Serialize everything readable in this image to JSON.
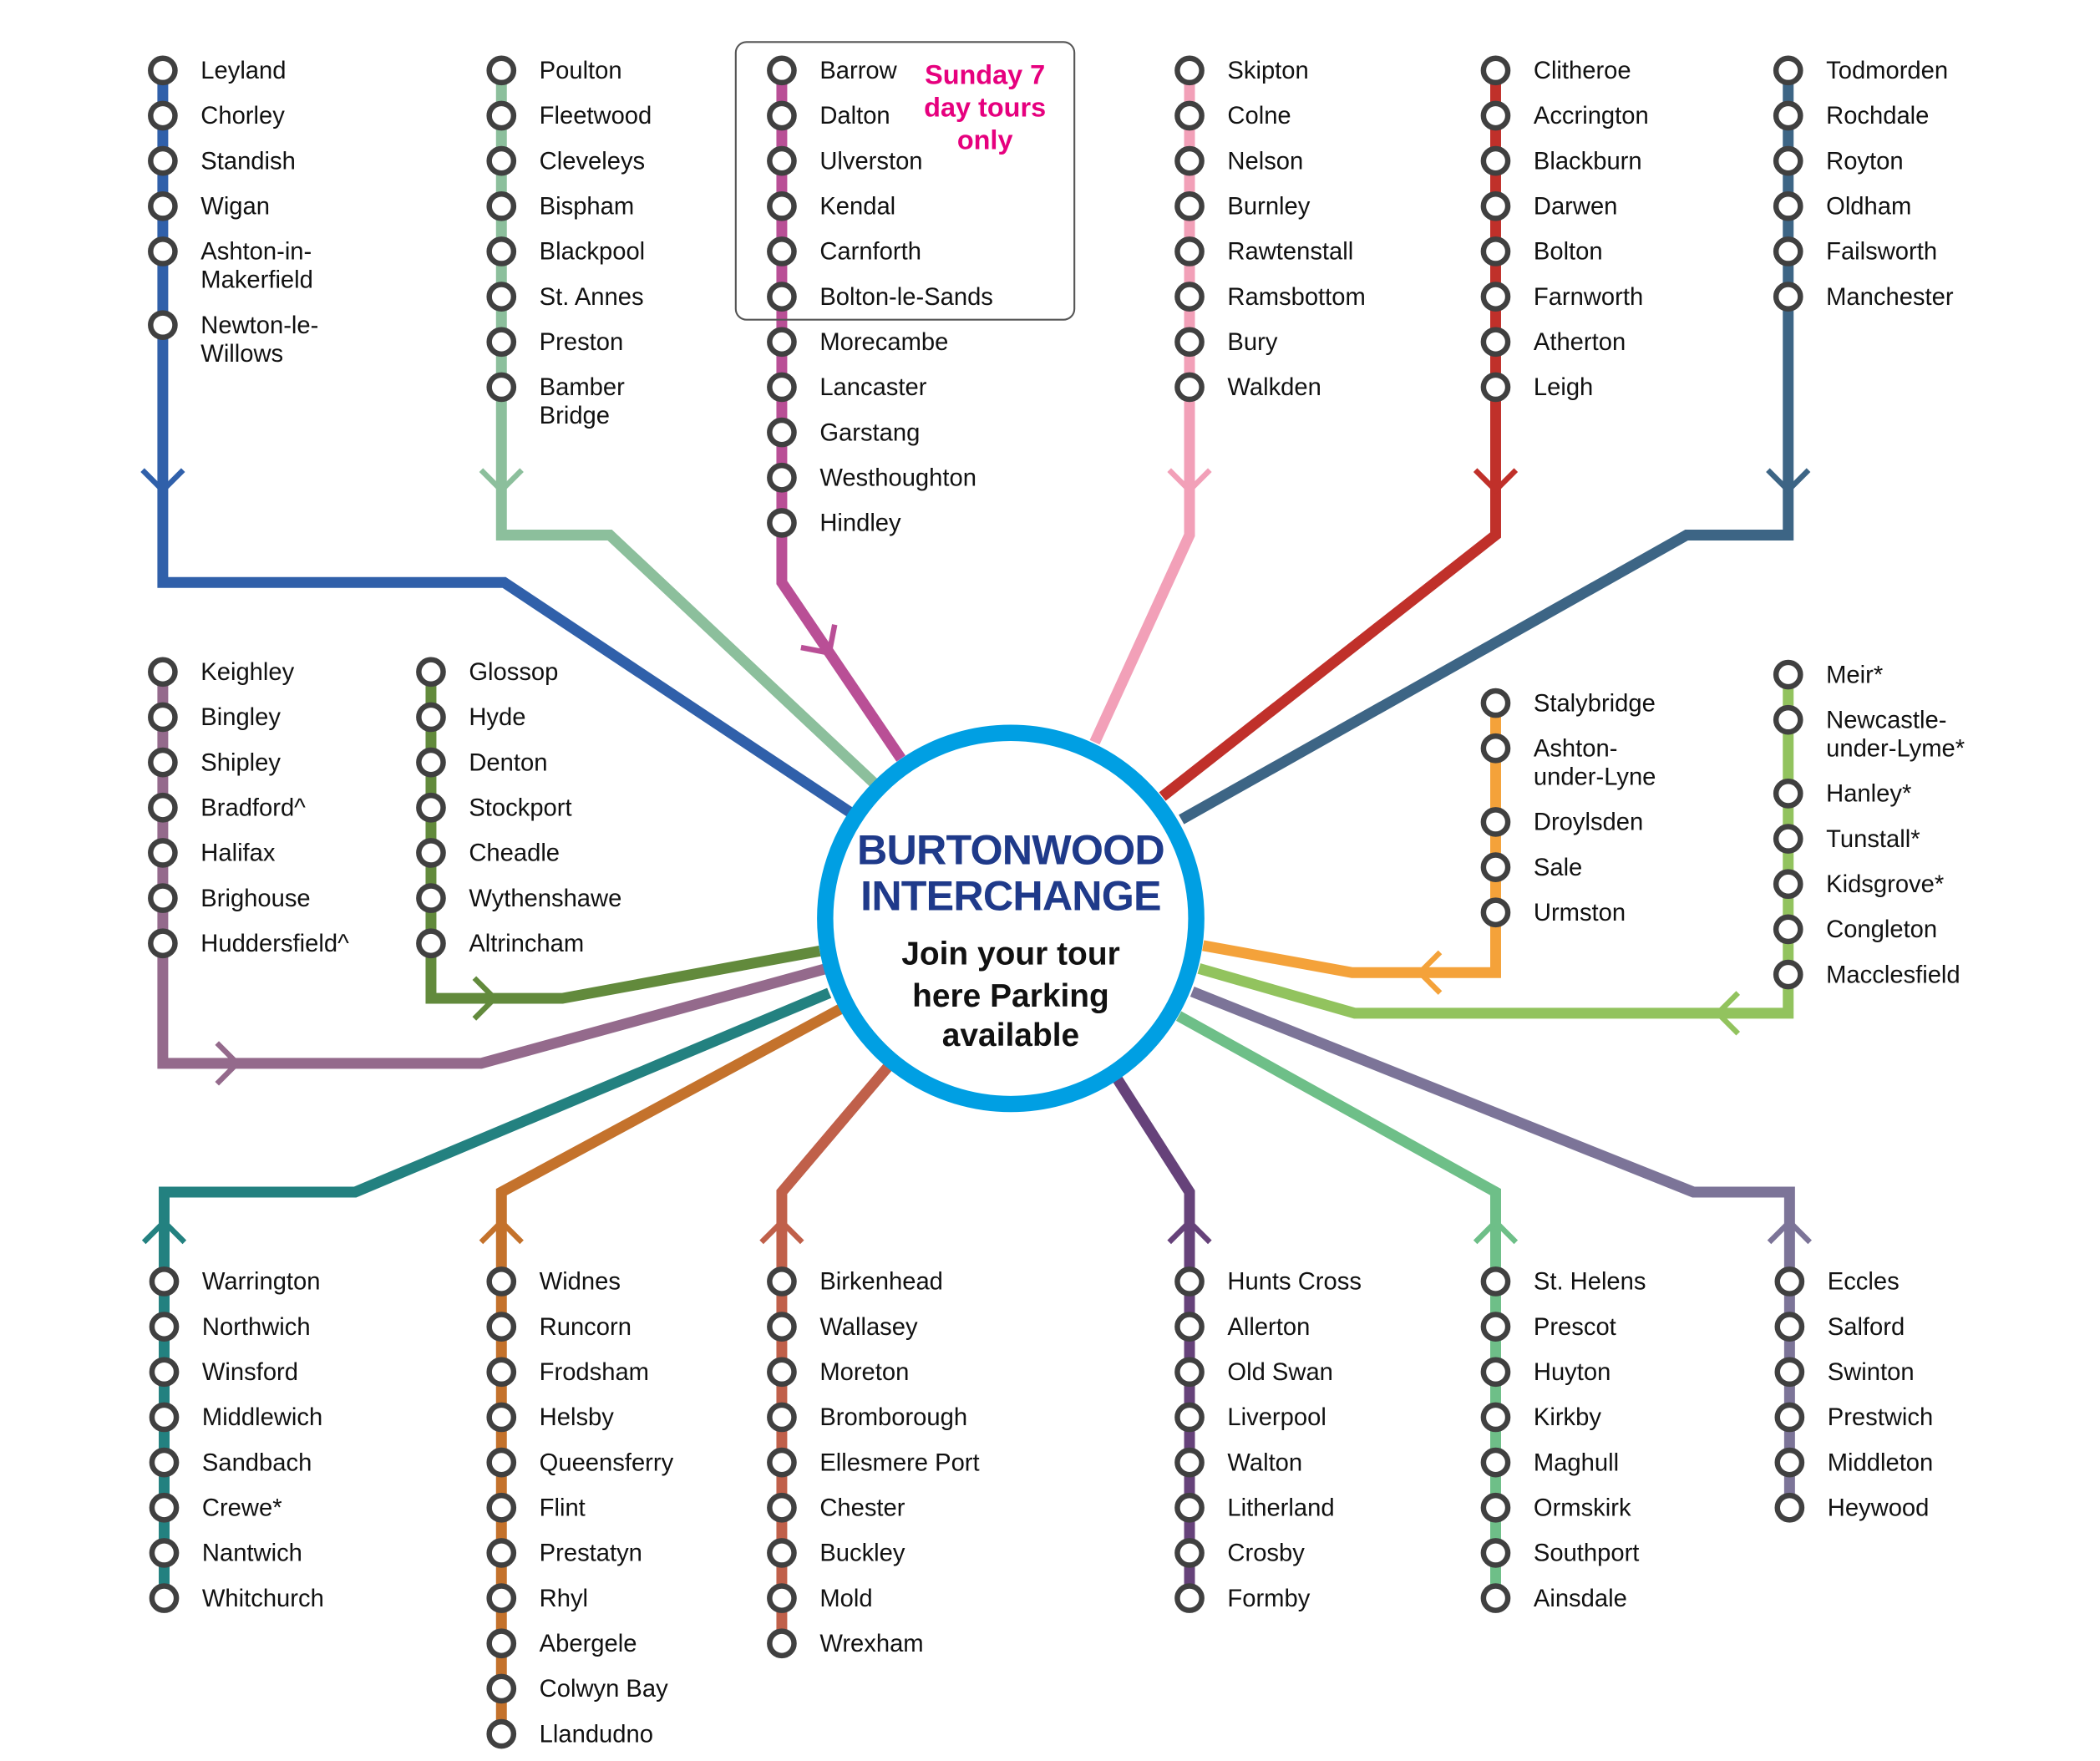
{
  "hub": {
    "title_line1": "BURTONWOOD",
    "title_line2": "INTERCHANGE",
    "sub_line1": "Join your tour",
    "sub_line2": "here Parking",
    "sub_line3": "available",
    "ring_color": "#009fe3",
    "title_color": "#1f3a8a"
  },
  "sunday_note": {
    "line1": "Sunday 7",
    "line2": "day tours",
    "line3": "only",
    "color": "#e6007e"
  },
  "routes": [
    {
      "color": "#3060aa",
      "stations": [
        "Leyland",
        "Chorley",
        "Standish",
        "Wigan",
        "Ashton-in-|Makerfield",
        "Newton-le-|Willows"
      ]
    },
    {
      "color": "#8cbf9c",
      "stations": [
        "Poulton",
        "Fleetwood",
        "Cleveleys",
        "Bispham",
        "Blackpool",
        "St. Annes",
        "Preston",
        "Bamber|Bridge"
      ]
    },
    {
      "color": "#b94f96",
      "stations": [
        "Barrow",
        "Dalton",
        "Ulverston",
        "Kendal",
        "Carnforth",
        "Bolton-le-Sands",
        "Morecambe",
        "Lancaster",
        "Garstang",
        "Westhoughton",
        "Hindley"
      ]
    },
    {
      "color": "#f2a0b8",
      "stations": [
        "Skipton",
        "Colne",
        "Nelson",
        "Burnley",
        "Rawtenstall",
        "Ramsbottom",
        "Bury",
        "Walkden"
      ]
    },
    {
      "color": "#c0302a",
      "stations": [
        "Clitheroe",
        "Accrington",
        "Blackburn",
        "Darwen",
        "Bolton",
        "Farnworth",
        "Atherton",
        "Leigh"
      ]
    },
    {
      "color": "#3d6585",
      "stations": [
        "Todmorden",
        "Rochdale",
        "Royton",
        "Oldham",
        "Failsworth",
        "Manchester"
      ]
    },
    {
      "color": "#946a8c",
      "stations": [
        "Keighley",
        "Bingley",
        "Shipley",
        "Bradford^",
        "Halifax",
        "Brighouse",
        "Huddersfield^"
      ]
    },
    {
      "color": "#628a3c",
      "stations": [
        "Glossop",
        "Hyde",
        "Denton",
        "Stockport",
        "Cheadle",
        "Wythenshawe",
        "Altrincham"
      ]
    },
    {
      "color": "#f4a23a",
      "stations": [
        "Stalybridge",
        "Ashton-|under-Lyne",
        "Droylsden",
        "Sale",
        "Urmston"
      ]
    },
    {
      "color": "#92c35e",
      "stations": [
        "Meir*",
        "Newcastle-|under-Lyme*",
        "Hanley*",
        "Tunstall*",
        "Kidsgrove*",
        "Congleton",
        "Macclesfield"
      ]
    },
    {
      "color": "#238180",
      "stations": [
        "Warrington",
        "Northwich",
        "Winsford",
        "Middlewich",
        "Sandbach",
        "Crewe*",
        "Nantwich",
        "Whitchurch"
      ]
    },
    {
      "color": "#c4722c",
      "stations": [
        "Widnes",
        "Runcorn",
        "Frodsham",
        "Helsby",
        "Queensferry",
        "Flint",
        "Prestatyn",
        "Rhyl",
        "Abergele",
        "Colwyn Bay",
        "Llandudno"
      ]
    },
    {
      "color": "#c0604a",
      "stations": [
        "Birkenhead",
        "Wallasey",
        "Moreton",
        "Bromborough",
        "Ellesmere Port",
        "Chester",
        "Buckley",
        "Mold",
        "Wrexham"
      ]
    },
    {
      "color": "#66427a",
      "stations": [
        "Hunts Cross",
        "Allerton",
        "Old Swan",
        "Liverpool",
        "Walton",
        "Litherland",
        "Crosby",
        "Formby"
      ]
    },
    {
      "color": "#6ebf88",
      "stations": [
        "St. Helens",
        "Prescot",
        "Huyton",
        "Kirkby",
        "Maghull",
        "Ormskirk",
        "Southport",
        "Ainsdale"
      ]
    },
    {
      "color": "#7c7498",
      "stations": [
        "Eccles",
        "Salford",
        "Swinton",
        "Prestwich",
        "Middleton",
        "Heywood"
      ]
    }
  ]
}
